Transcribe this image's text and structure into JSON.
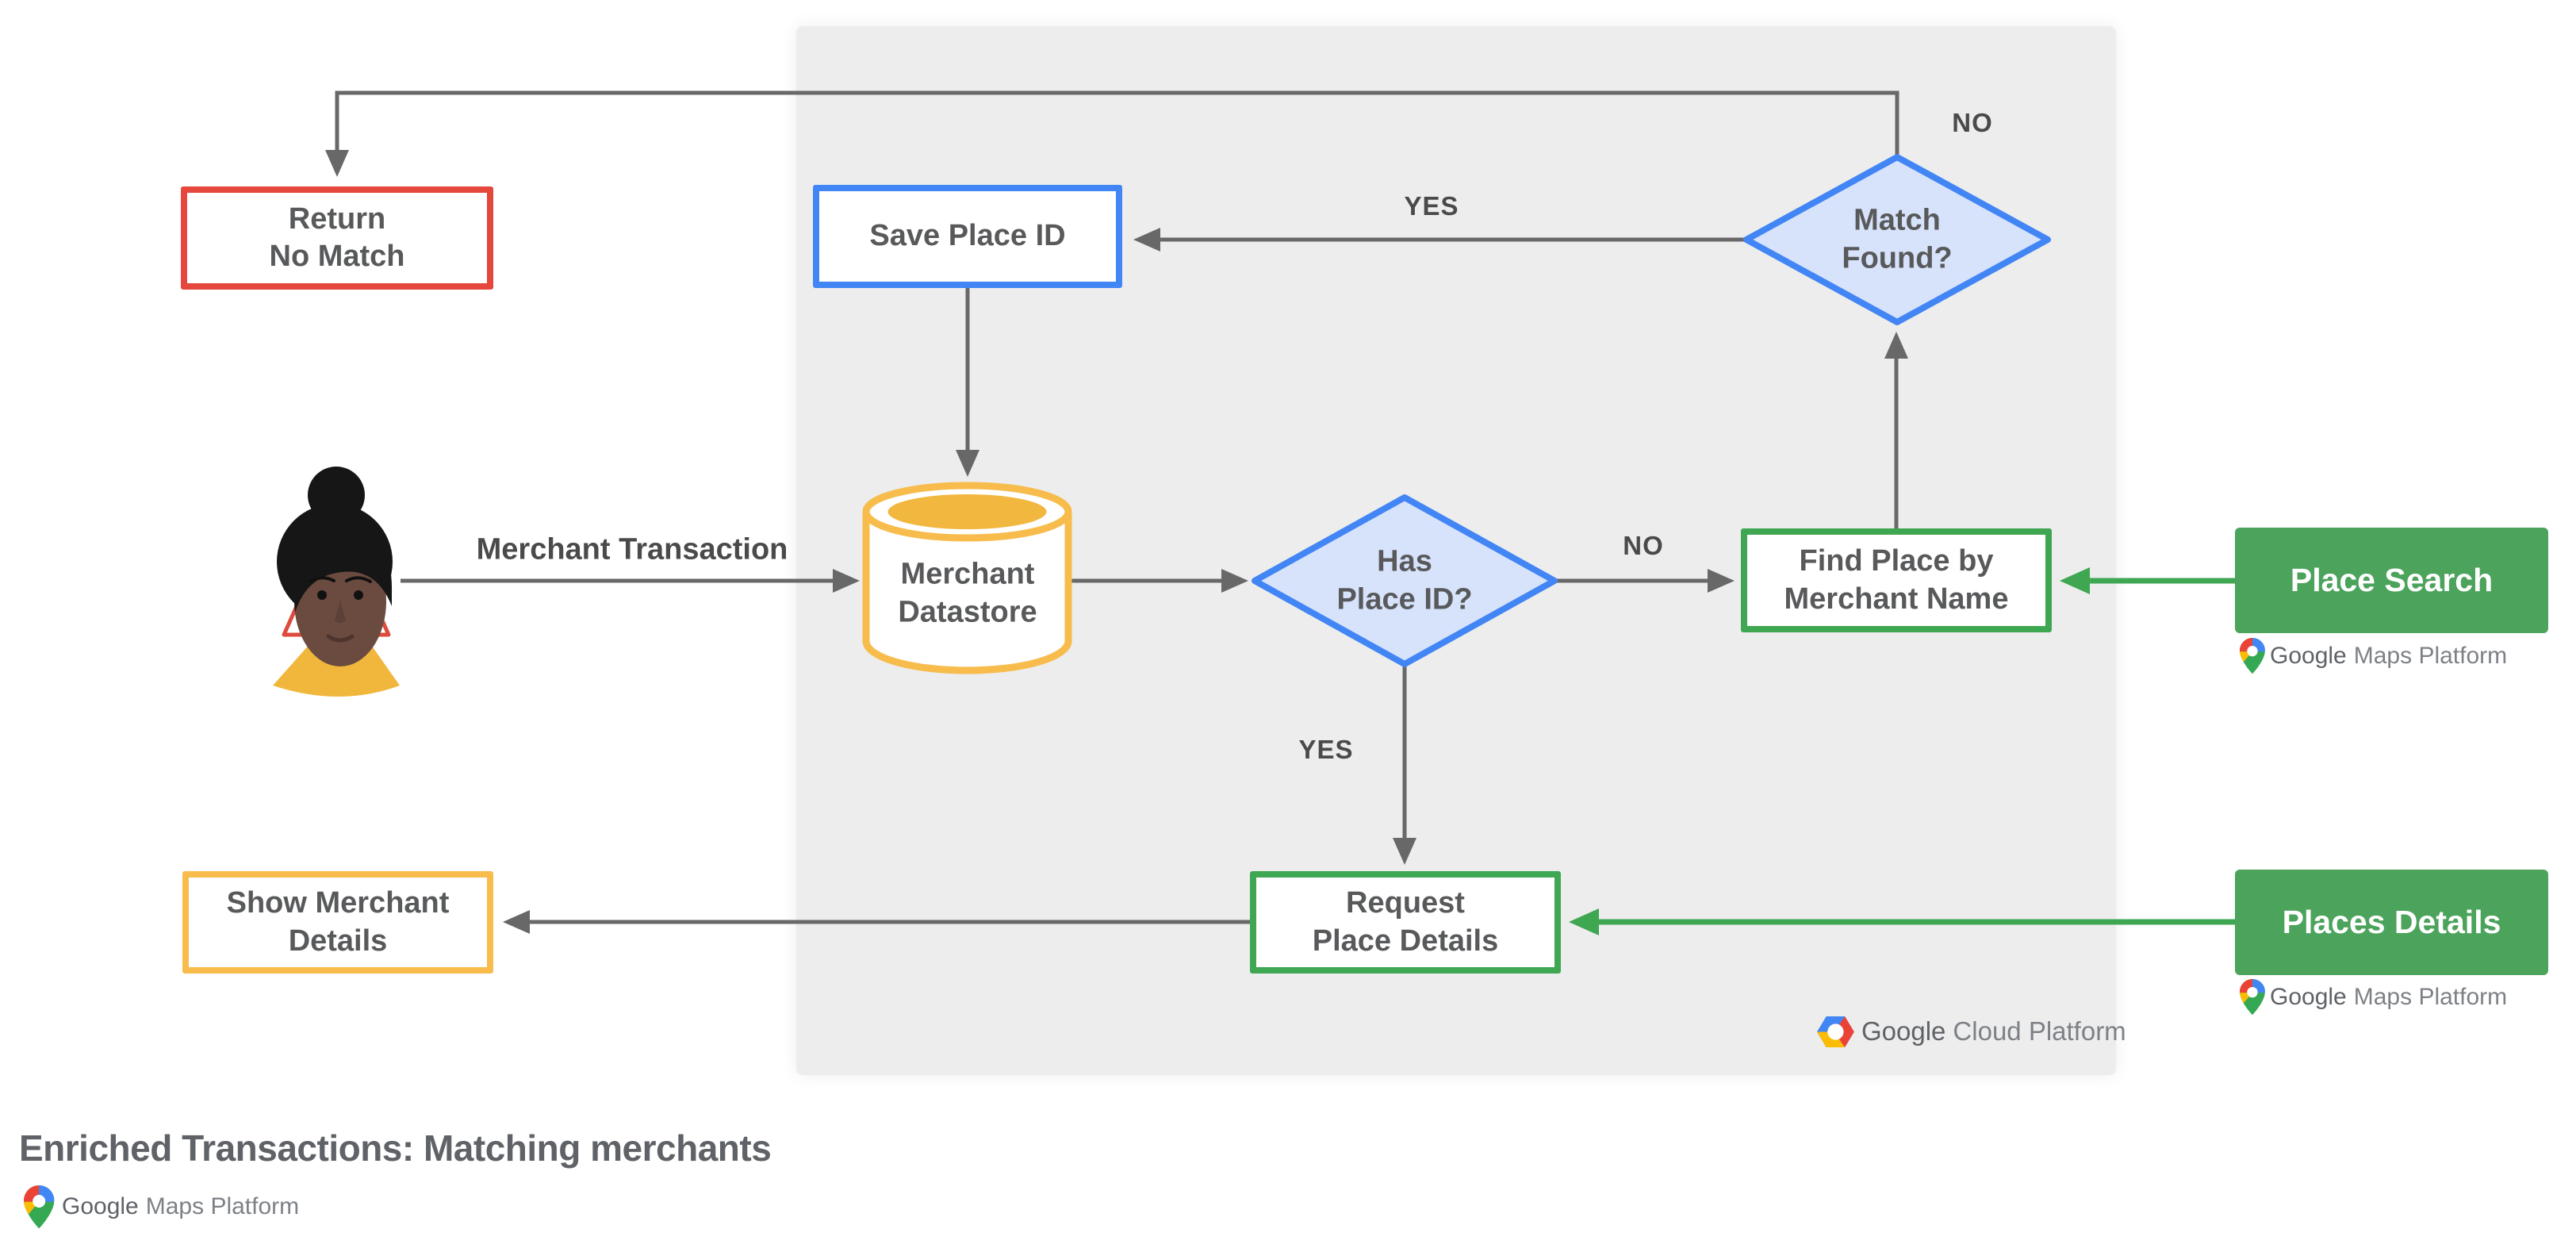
{
  "title": "Enriched Transactions: Matching merchants",
  "colors": {
    "panel_gray": "#EDEDED",
    "red": "#E5473C",
    "blue": "#4285F4",
    "blue_fill": "#D7E2FB",
    "yellow": "#F7BC4C",
    "yellow_fill": "#F2B73E",
    "green_border": "#3FA651",
    "green_fill": "#4CA35C",
    "line_gray": "#686868",
    "text_gray": "#58595B"
  },
  "nodes": {
    "return_no_match": {
      "label": "Return\nNo Match"
    },
    "save_place_id": {
      "label": "Save Place ID"
    },
    "match_found": {
      "label": "Match\nFound?"
    },
    "merchant_datastore": {
      "label": "Merchant\nDatastore"
    },
    "has_place_id": {
      "label": "Has\nPlace ID?"
    },
    "find_place_by_merchant_name": {
      "label": "Find Place by\nMerchant Name"
    },
    "request_place_details": {
      "label": "Request\nPlace Details"
    },
    "show_merchant_details": {
      "label": "Show Merchant\nDetails"
    },
    "place_search": {
      "label": "Place Search"
    },
    "places_details": {
      "label": "Places Details"
    }
  },
  "edge_labels": {
    "match_found_no": "NO",
    "match_found_yes": "YES",
    "has_place_id_no": "NO",
    "has_place_id_yes": "YES",
    "merchant_transaction": "Merchant Transaction"
  },
  "logos": {
    "gcp": {
      "google": "Google",
      "rest": "Cloud Platform"
    },
    "gmp": {
      "google": "Google",
      "rest": "Maps Platform"
    }
  }
}
